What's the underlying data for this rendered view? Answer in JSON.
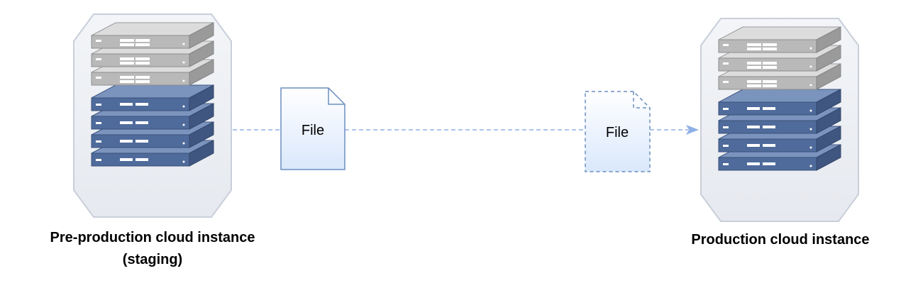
{
  "nodes": {
    "source": {
      "label_line1": "Pre-production cloud instance",
      "label_line2": "(staging)",
      "icon": "server-rack-icon"
    },
    "target": {
      "label": "Production cloud instance",
      "icon": "server-rack-icon"
    }
  },
  "files": {
    "source_file": {
      "label": "File",
      "icon": "document-icon"
    },
    "transit_file": {
      "label": "File",
      "icon": "document-icon"
    }
  },
  "connector": {
    "style": "dashed",
    "arrow": "end"
  },
  "colors": {
    "connector": "#8fb0e6",
    "file_fill": "#dae8fc",
    "file_stroke": "#6c8ebf",
    "server_blue": "#4f6b9b",
    "server_gray": "#a8a8a8",
    "enclosure": "#e9ecf2"
  }
}
